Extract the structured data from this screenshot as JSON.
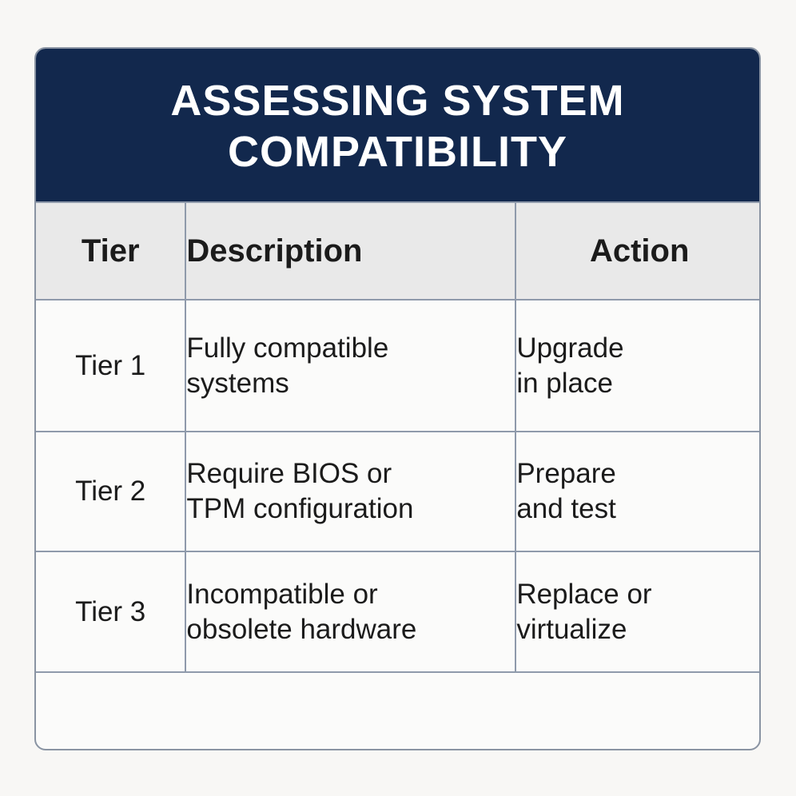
{
  "title": "ASSESSING SYSTEM COMPATIBILITY",
  "table": {
    "headers": {
      "tier": "Tier",
      "description": "Description",
      "action": "Action"
    },
    "rows": [
      {
        "tier": "Tier 1",
        "description": [
          "Fully compatible",
          "systems"
        ],
        "action": [
          "Upgrade",
          "in place"
        ]
      },
      {
        "tier": "Tier 2",
        "description": [
          "Require BIOS or",
          "TPM configuration"
        ],
        "action": [
          "Prepare",
          "and test"
        ]
      },
      {
        "tier": "Tier 3",
        "description": [
          "Incompatible or",
          "obsolete hardware"
        ],
        "action": [
          "Replace or",
          "virtualize"
        ]
      }
    ]
  },
  "colors": {
    "header_band": "#12284d",
    "column_header_bg": "#e9e9e9",
    "border": "#8f9aab"
  }
}
